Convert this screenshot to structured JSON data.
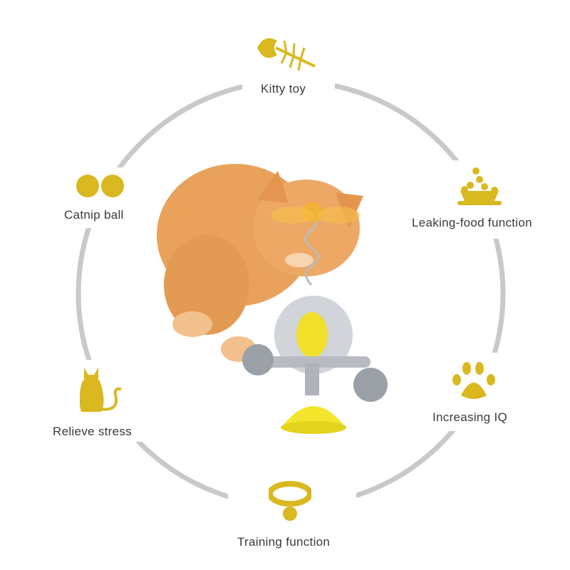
{
  "features": [
    {
      "label": "Kitty toy",
      "icon": "fish-bone-icon"
    },
    {
      "label": "Leaking-food function",
      "icon": "food-bowl-icon"
    },
    {
      "label": "Increasing IQ",
      "icon": "paw-print-icon"
    },
    {
      "label": "Training function",
      "icon": "cat-collar-icon"
    },
    {
      "label": "Relieve stress",
      "icon": "sitting-cat-icon"
    },
    {
      "label": "Catnip ball",
      "icon": "catnip-balls-icon"
    }
  ],
  "colors": {
    "accent": "#d9b820",
    "ring": "#c9c9c9",
    "text": "#3a3a3a"
  }
}
